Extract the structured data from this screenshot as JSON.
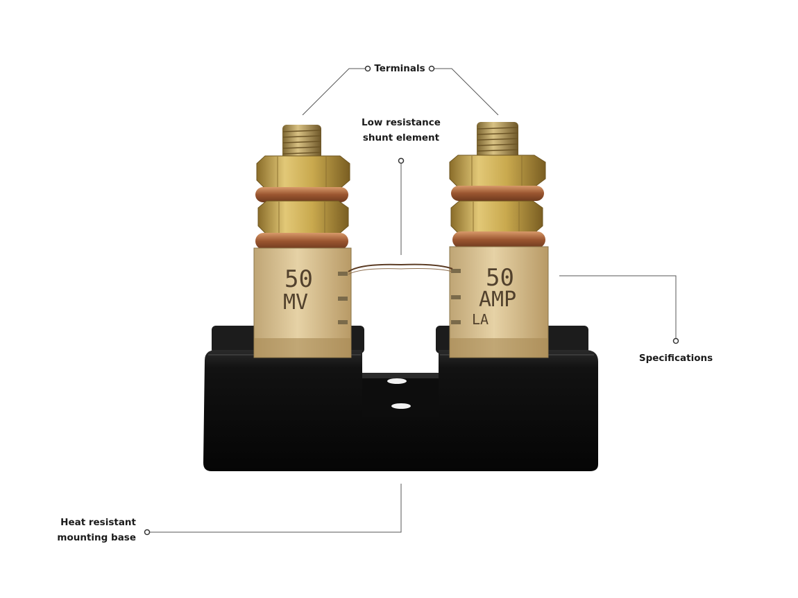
{
  "callouts": {
    "terminals": {
      "label": "Terminals"
    },
    "shunt_element": {
      "line1": "Low resistance",
      "line2": "shunt element"
    },
    "specifications": {
      "label": "Specifications"
    },
    "mounting_base": {
      "line1": "Heat resistant",
      "line2": "mounting base"
    }
  },
  "left_block": {
    "stamp_line1": "50",
    "stamp_line2": "MV"
  },
  "right_block": {
    "stamp_line1": "50",
    "stamp_line2": "AMP",
    "stamp_line3": "LA"
  },
  "colors": {
    "brass": "#c9a94e",
    "copper": "#b06a3a",
    "base": "#111111",
    "leader_line": "#555555"
  }
}
